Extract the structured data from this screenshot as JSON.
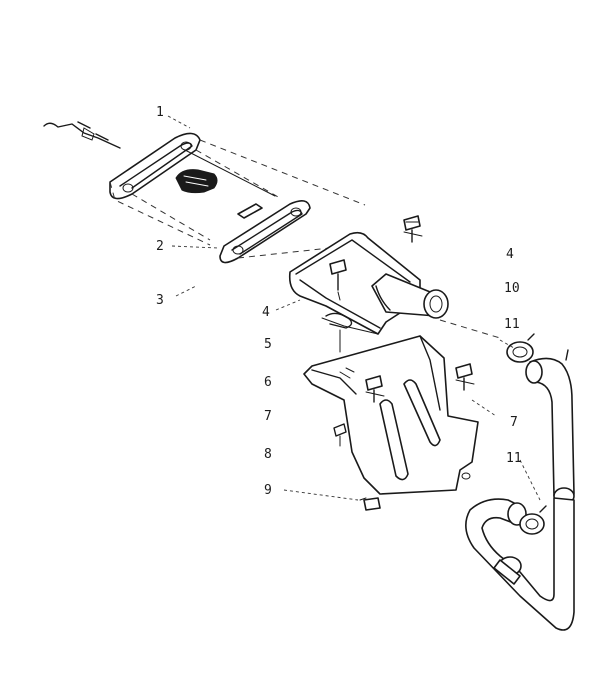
{
  "callouts": {
    "c1": "1",
    "c2": "2",
    "c3": "3",
    "c4a": "4",
    "c4b": "4",
    "c5": "5",
    "c6": "6",
    "c7a": "7",
    "c7b": "7",
    "c8": "8",
    "c9": "9",
    "c10": "10",
    "c11a": "11",
    "c11b": "11"
  }
}
